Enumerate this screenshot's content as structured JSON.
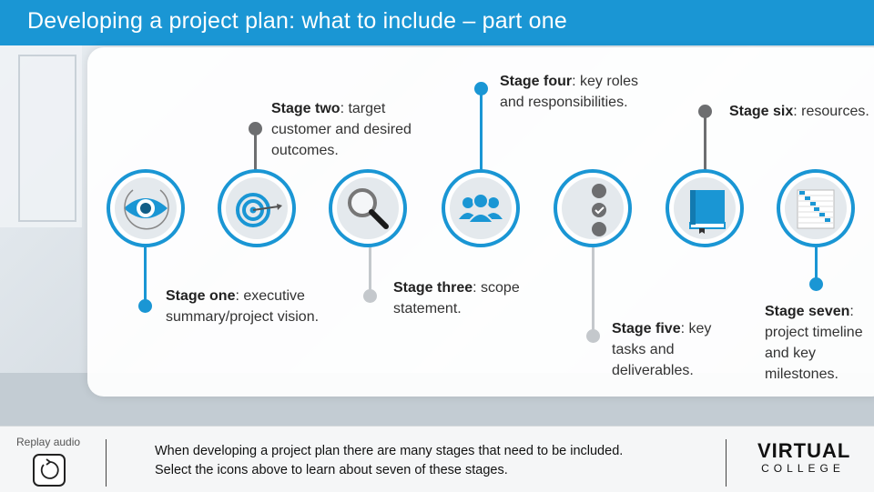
{
  "header": {
    "title": "Developing a project plan: what to include – part one"
  },
  "stages": [
    {
      "bold": "Stage one",
      "text": ": executive",
      "line2": "summary/project vision.",
      "line3": "",
      "icon": "eye-icon",
      "dot_color": "#1a96d4"
    },
    {
      "bold": "Stage two",
      "text": ": target",
      "line2": "customer and desired",
      "line3": "outcomes.",
      "icon": "target-icon",
      "dot_color": "#6d6e70"
    },
    {
      "bold": "Stage three",
      "text": ": scope",
      "line2": "statement.",
      "line3": "",
      "icon": "magnifier-icon",
      "dot_color": "#c4c8cc"
    },
    {
      "bold": "Stage four",
      "text": ": key roles",
      "line2": "and responsibilities.",
      "line3": "",
      "icon": "people-icon",
      "dot_color": "#1a96d4"
    },
    {
      "bold": "Stage five",
      "text": ": key",
      "line2": "tasks and",
      "line3": "deliverables.",
      "icon": "checklist-icon",
      "dot_color": "#c4c8cc"
    },
    {
      "bold": "Stage six",
      "text": ": resources.",
      "line2": "",
      "line3": "",
      "icon": "book-icon",
      "dot_color": "#6d6e70"
    },
    {
      "bold": "Stage seven",
      "text": ":",
      "line2": "project timeline",
      "line3": "and key milestones.",
      "icon": "gantt-icon",
      "dot_color": "#1a96d4"
    }
  ],
  "stage_seven_lines": [
    "project timeline",
    "and key",
    "milestones."
  ],
  "footer": {
    "replay_label": "Replay audio",
    "replay_icon": "replay-icon",
    "line1": "When developing a project plan there are many stages that need to be included.",
    "line2": "Select the icons above to learn about seven of these stages.",
    "logo_top": "VIRTUAL",
    "logo_bottom": "COLLEGE"
  },
  "colors": {
    "accent": "#1a96d4",
    "dark_dot": "#6d6e70",
    "light_dot": "#c4c8cc"
  }
}
